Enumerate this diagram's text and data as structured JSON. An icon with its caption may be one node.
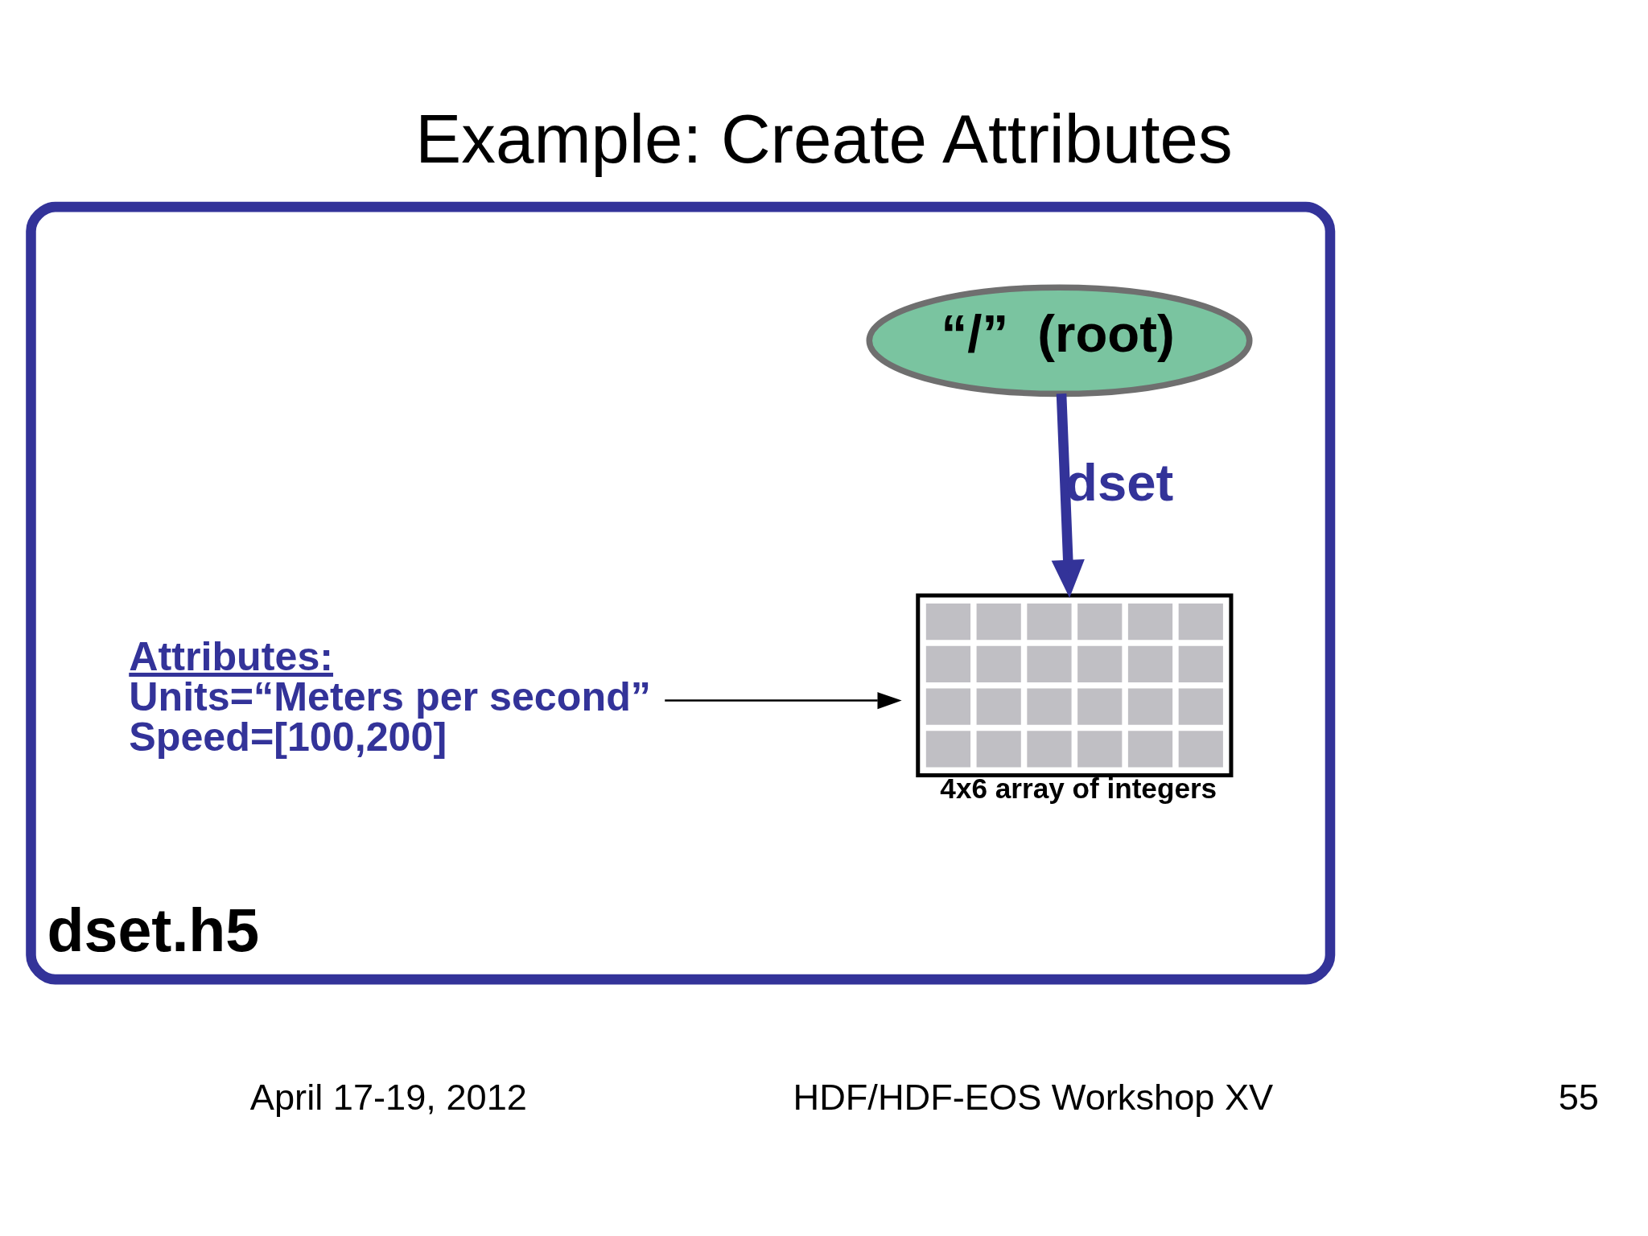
{
  "diagram": {
    "title": "Example: Create Attributes",
    "nodes": [
      {
        "text": [
          "dset.h5"
        ]
      },
      {
        "text": [
          "“/”  (root)"
        ],
        "in": 0
      },
      {
        "text": [],
        "shape": "box",
        "beside": [
          "4x6 array of integers"
        ],
        "in": 0
      },
      {
        "text": [
          "Attributes:",
          "Units=“Meters per second”",
          "Speed=[100,200]"
        ],
        "in": 0
      }
    ],
    "edges": [
      {
        "from": 1,
        "to": 2,
        "arrow": "to",
        "label": "dset",
        "style": "thick",
        "color": "#333399"
      },
      {
        "from": 3,
        "to": 2,
        "arrow": "to",
        "color": "#000000"
      }
    ],
    "labels": [
      "April 17-19, 2012",
      "HDF/HDF-EOS Workshop XV",
      "55"
    ]
  }
}
